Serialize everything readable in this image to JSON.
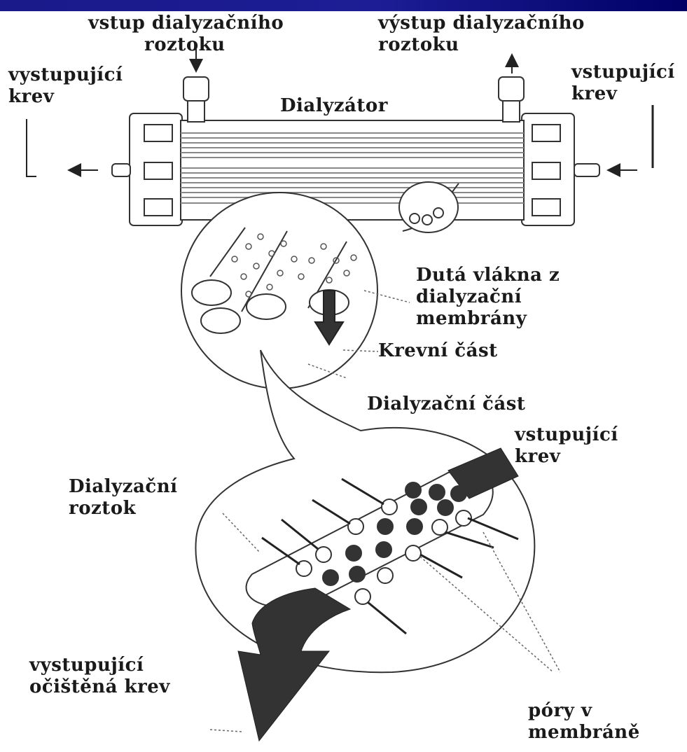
{
  "colors": {
    "top_bar": "#1d1d95",
    "ink": "#1a1a1a",
    "background": "#ffffff"
  },
  "labels": {
    "vstup_dialyzacniho": [
      "vstup dialyzačního",
      "roztoku"
    ],
    "vystup_dialyzacniho": [
      "výstup dialyzačního",
      "roztoku"
    ],
    "vystupujici_krev": [
      "vystupující",
      "krev"
    ],
    "vstupujici_krev_top": [
      "vstupující",
      "krev"
    ],
    "dialyzator": "Dialyzátor",
    "duta_vlakna": [
      "Dutá vlákna z",
      "dialyzační",
      "membrány"
    ],
    "krevni_cast": "Krevní část",
    "dialyzacni_cast": "Dialyzační část",
    "vstupujici_krev_bottom": [
      "vstupující",
      "krev"
    ],
    "dialyzacni_roztok": [
      "Dialyzační",
      "roztok"
    ],
    "vystupujici_ocistena": [
      "vystupující",
      "očištěná krev"
    ],
    "pory": [
      "póry v",
      "membráně"
    ]
  }
}
